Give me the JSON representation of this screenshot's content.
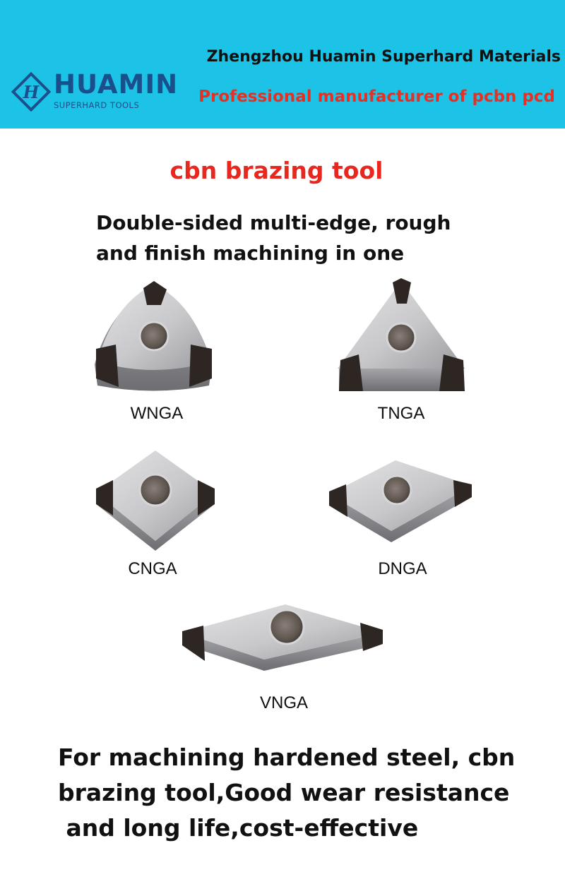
{
  "header": {
    "logo_name": "HUAMIN",
    "logo_subtitle": "SUPERHARD TOOLS",
    "company": "Zhengzhou Huamin Superhard Materials",
    "slogan": "Professional manufacturer of pcbn pcd",
    "background_color": "#1cc3e6",
    "slogan_color": "#e82f24",
    "logo_color": "#1b4f8c"
  },
  "product": {
    "title": "cbn brazing tool",
    "title_color": "#e8281f",
    "tagline_line1": "Double-sided multi-edge, rough",
    "tagline_line2": "and finish machining in one"
  },
  "inserts": [
    {
      "label": "WNGA",
      "shape": "trigon"
    },
    {
      "label": "TNGA",
      "shape": "triangle"
    },
    {
      "label": "CNGA",
      "shape": "rhombus-80"
    },
    {
      "label": "DNGA",
      "shape": "rhombus-55"
    },
    {
      "label": "VNGA",
      "shape": "rhombus-35"
    }
  ],
  "footer": {
    "line1": "For machining hardened steel, cbn",
    "line2": "brazing tool,Good wear resistance",
    "line3": " and long life,cost-effective"
  }
}
